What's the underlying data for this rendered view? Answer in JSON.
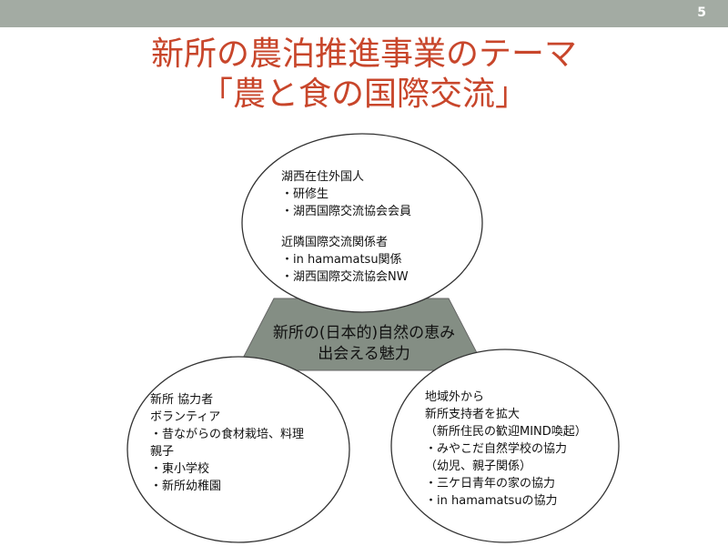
{
  "page_number": "5",
  "title": {
    "line1": "新所の農泊推進事業のテーマ",
    "line2": "「農と食の国際交流」"
  },
  "colors": {
    "topbar": "#a3aba3",
    "title": "#c8462b",
    "triangle": "#848e84",
    "circle_border": "#333333"
  },
  "diagram": {
    "center": {
      "lines": [
        "新所の(日本的)自然の恵み",
        "出会える魅力"
      ]
    },
    "top_circle": {
      "group1": [
        "湖西在住外国人",
        "・研修生",
        "・湖西国際交流協会会員"
      ],
      "group2": [
        "近隣国際交流関係者",
        "・in  hamamatsu関係",
        "・湖西国際交流協会NW"
      ]
    },
    "left_circle": {
      "lines": [
        "新所  協力者",
        "ボランティア",
        "・昔ながらの食材栽培、料理",
        "親子",
        "・東小学校",
        "・新所幼稚園"
      ]
    },
    "right_circle": {
      "lines": [
        "地域外から",
        "新所支持者を拡大",
        "（新所住民の歓迎MIND喚起）",
        "・みやこだ自然学校の協力",
        "（幼児、親子関係）",
        "・三ケ日青年の家の協力",
        "・in  hamamatsuの協力"
      ]
    }
  }
}
